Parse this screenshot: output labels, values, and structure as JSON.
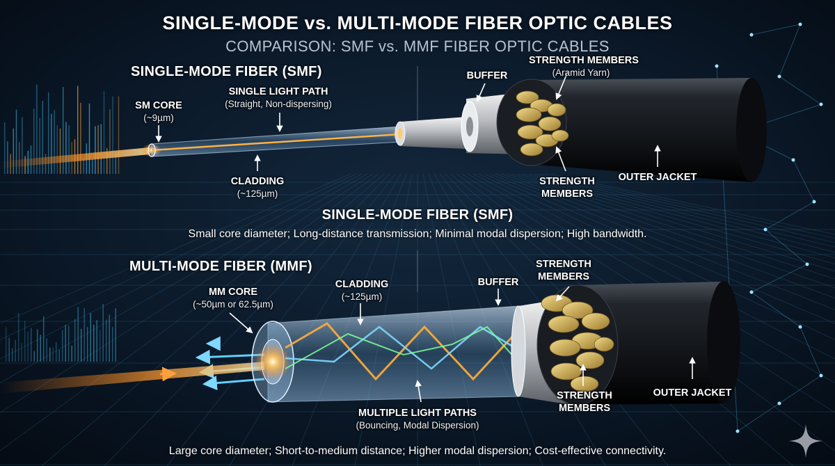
{
  "title": "SINGLE-MODE vs. MULTI-MODE FIBER OPTIC CABLES",
  "subtitle": "COMPARISON: SMF vs. MMF FIBER OPTIC CABLES",
  "smf": {
    "heading": "SINGLE-MODE FIBER (SMF)",
    "core_label": "SM CORE",
    "core_size": "(~9µm)",
    "path_label": "SINGLE LIGHT PATH",
    "path_note": "(Straight, Non-dispersing)",
    "cladding_label": "CLADDING",
    "cladding_size": "(~125µm)",
    "buffer_label": "BUFFER",
    "strength_top_label": "STRENGTH MEMBERS",
    "strength_top_note": "(Aramid Yarn)",
    "strength_bottom_line1": "STRENGTH",
    "strength_bottom_line2": "MEMBERS",
    "jacket_label": "OUTER JACKET",
    "summary_heading": "SINGLE-MODE FIBER (SMF)",
    "summary_text": "Small core diameter; Long-distance transmission; Minimal modal dispersion; High bandwidth."
  },
  "mmf": {
    "heading": "MULTI-MODE FIBER (MMF)",
    "core_label": "MM CORE",
    "core_size": "(~50µm or 62.5µm)",
    "cladding_label": "CLADDING",
    "cladding_size": "(~125µm)",
    "buffer_label": "BUFFER",
    "strength_top_line1": "STRENGTH",
    "strength_top_line2": "MEMBERS",
    "strength_bottom_line1": "STRENGTH",
    "strength_bottom_line2": "MEMBERS",
    "jacket_label": "OUTER JACKET",
    "paths_label": "MULTIPLE LIGHT PATHS",
    "paths_note": "(Bouncing, Modal Dispersion)",
    "summary_text": "Large core diameter; Short-to-medium distance; Higher modal dispersion; Cost-effective connectivity."
  },
  "colors": {
    "background": "#06101c",
    "light_orange": "#ff9a2e",
    "light_blue": "#5fd0ff",
    "light_green": "#7dff9a",
    "aramid_gold": "#d8b860",
    "jacket": "#15181d"
  },
  "icons": {
    "corner": "sparkle-icon"
  }
}
